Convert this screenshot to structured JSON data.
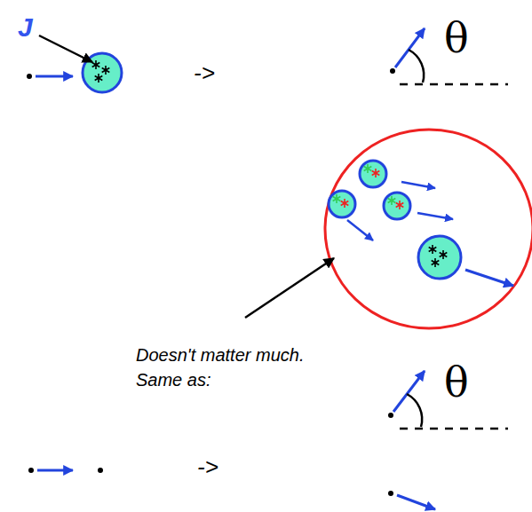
{
  "diagram": {
    "labels": [
      "J",
      "->",
      "θ",
      "Doesn't matter much. Same as:",
      "->",
      "θ"
    ]
  }
}
